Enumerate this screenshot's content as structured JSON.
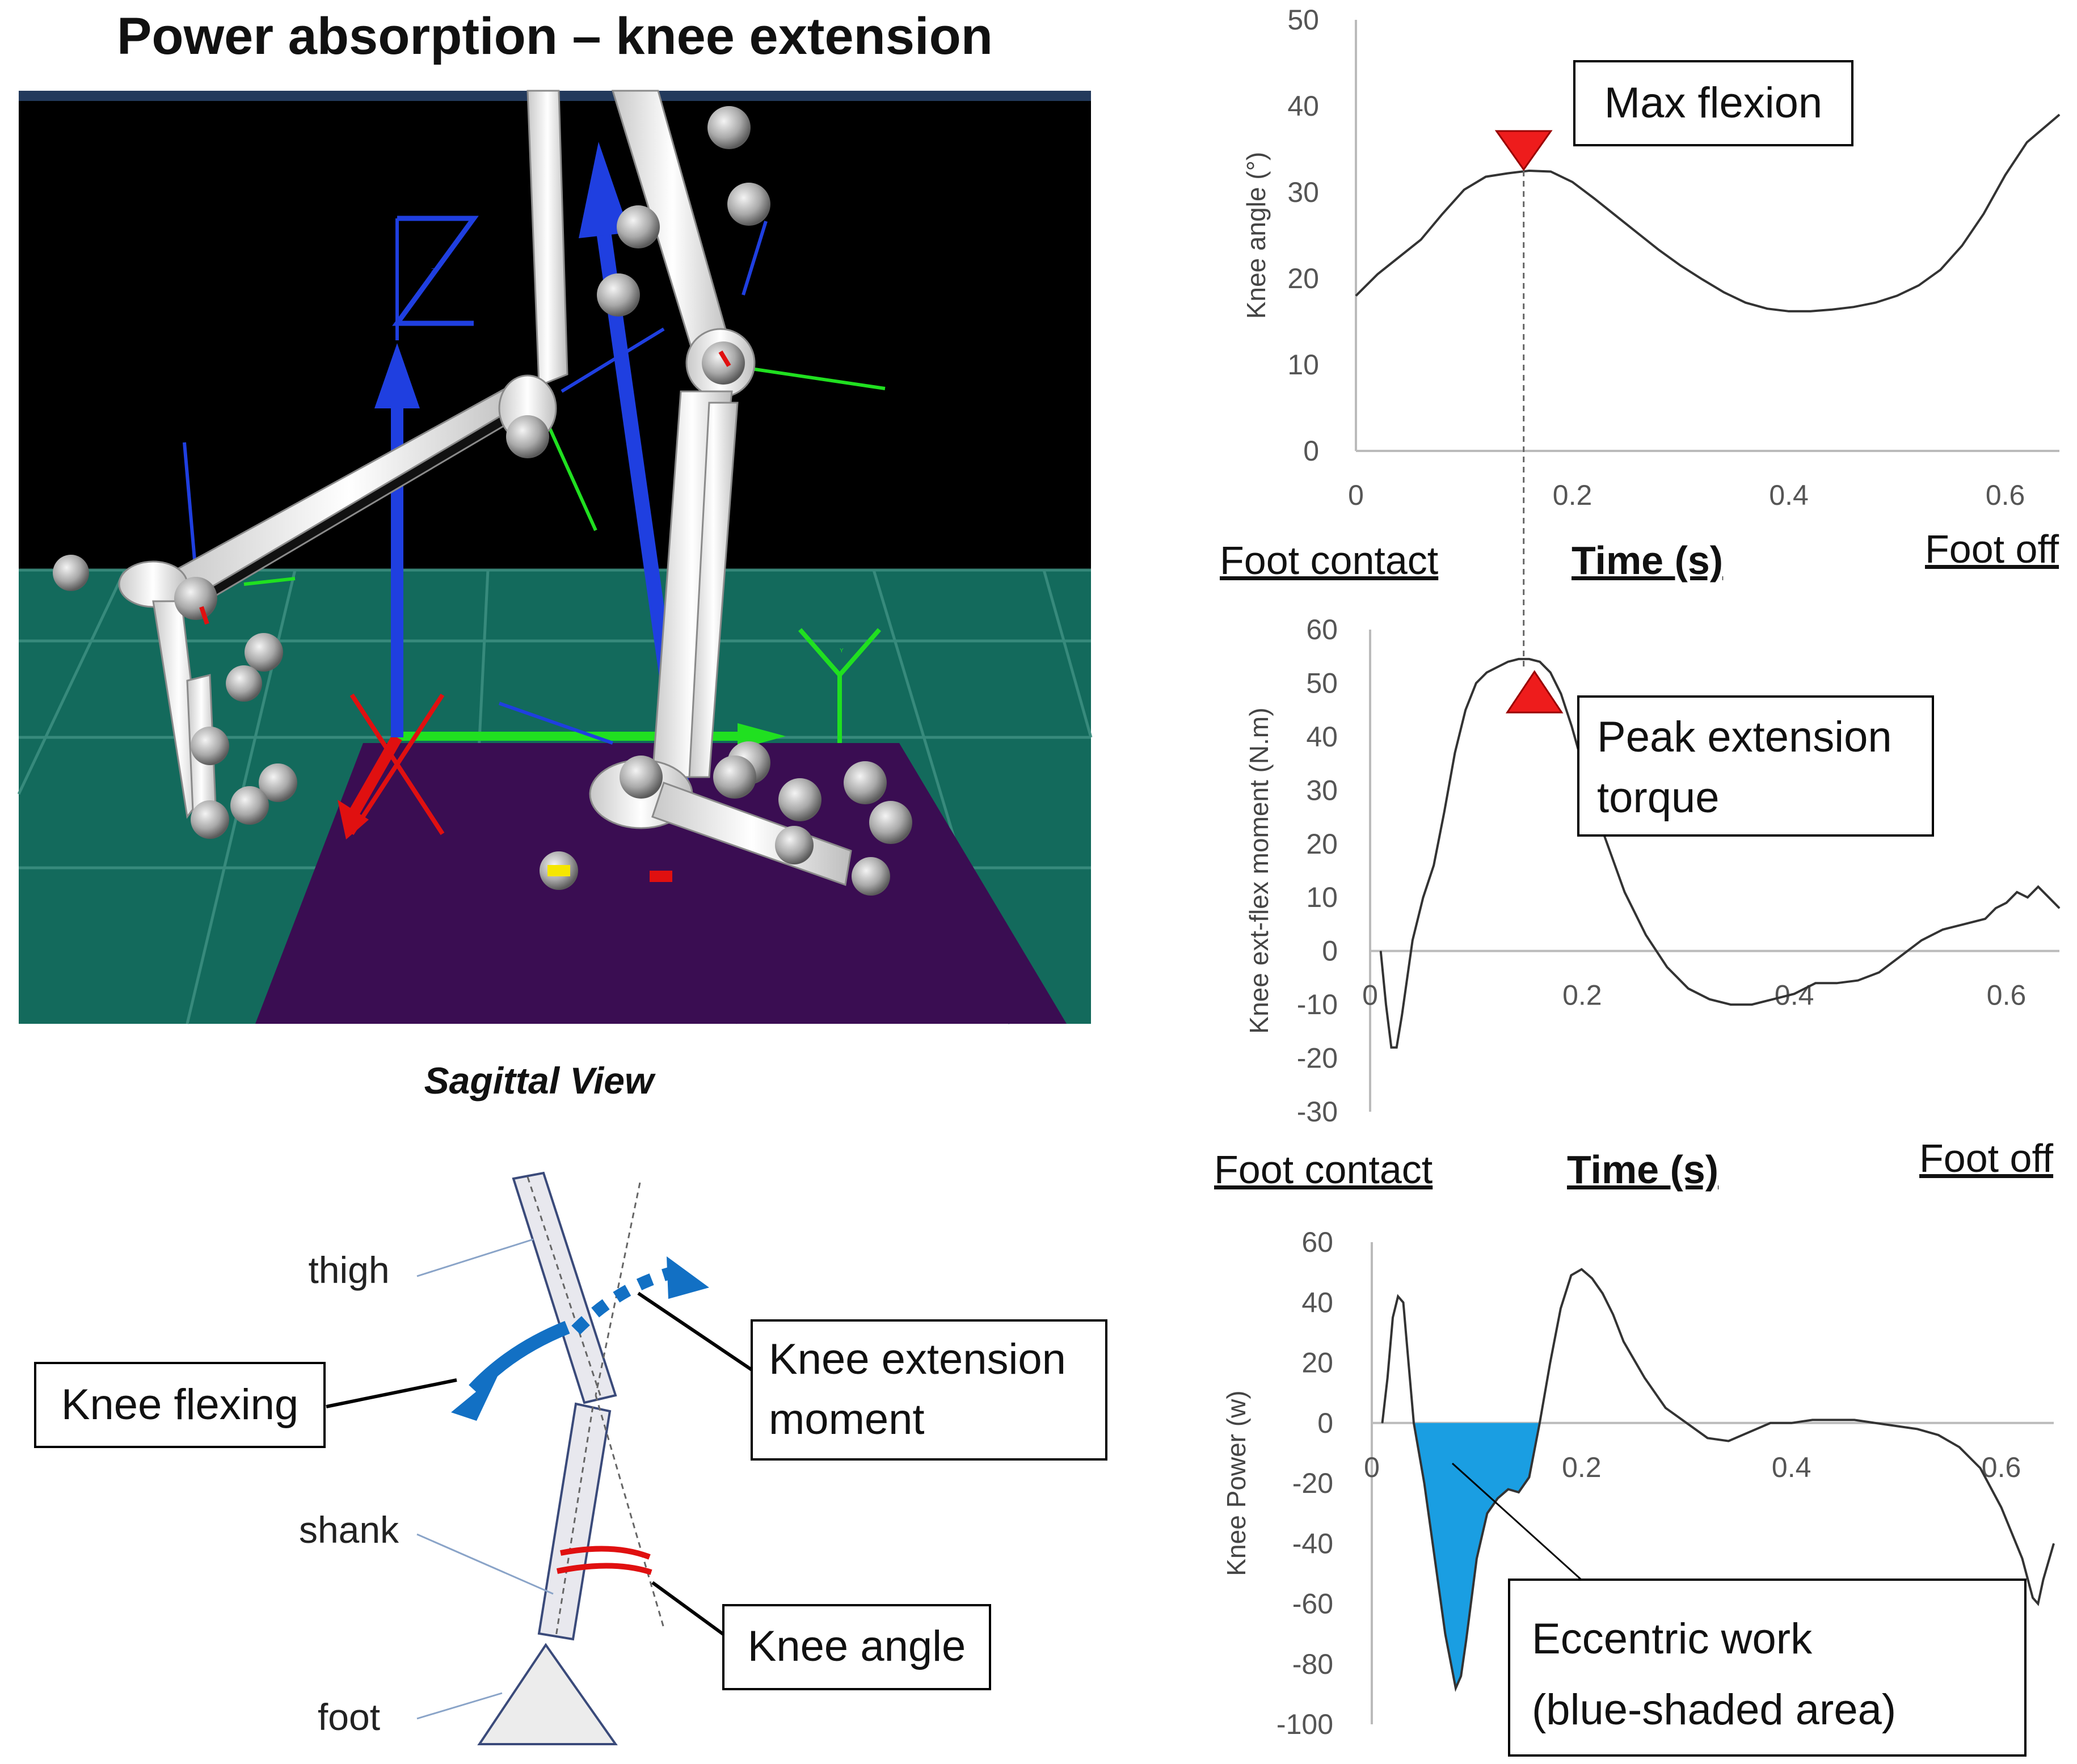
{
  "title": "Power absorption – knee extension",
  "caption": "Sagittal View",
  "render": {
    "labels": [
      "Z",
      "Y"
    ],
    "icons": [
      "skeleton-legs",
      "marker-spheres",
      "force-vector-arrows",
      "force-plate"
    ],
    "colors": {
      "background": "#000000",
      "floor": "#136a5c",
      "plate": "#3a0d52",
      "vector": "#1f3fe0",
      "x_axis": "#e01010",
      "y_axis": "#20e020"
    }
  },
  "diagram": {
    "labels": {
      "thigh": "thigh",
      "shank": "shank",
      "foot": "foot",
      "knee_flexing": "Knee flexing",
      "knee_extension_moment": [
        "Knee extension",
        "moment"
      ],
      "knee_angle": "Knee angle"
    },
    "colors": {
      "arrow": "#1270c4",
      "angle": "#e01010",
      "segment_fill": "#e8e8ee",
      "segment_stroke": "#3a4a7a"
    }
  },
  "chart_data": [
    {
      "type": "line",
      "ylabel": "Knee angle (°)",
      "xlabel": "Time (s)",
      "x_start_label": "Foot contact",
      "x_end_label": "Foot off",
      "xlim": [
        0,
        0.65
      ],
      "ylim": [
        0,
        50
      ],
      "xticks": [
        "0",
        "0.2",
        "0.4",
        "0.6"
      ],
      "yticks": [
        "0",
        "10",
        "20",
        "30",
        "40",
        "50"
      ],
      "grid": false,
      "annotation": {
        "text": "Max flexion",
        "x": 0.155,
        "y": 32.5,
        "marker": "down-triangle",
        "color": "#ee1c1c"
      },
      "series": [
        {
          "x": [
            0,
            0.02,
            0.04,
            0.06,
            0.08,
            0.1,
            0.12,
            0.14,
            0.16,
            0.18,
            0.2,
            0.22,
            0.24,
            0.26,
            0.28,
            0.3,
            0.32,
            0.34,
            0.36,
            0.38,
            0.4,
            0.42,
            0.44,
            0.46,
            0.48,
            0.5,
            0.52,
            0.54,
            0.56,
            0.58,
            0.6,
            0.62,
            0.65
          ],
          "y": [
            18,
            20.5,
            22.5,
            24.5,
            27.5,
            30.3,
            31.8,
            32.2,
            32.5,
            32.4,
            31.2,
            29.3,
            27.3,
            25.3,
            23.3,
            21.5,
            19.9,
            18.4,
            17.2,
            16.5,
            16.2,
            16.2,
            16.4,
            16.7,
            17.2,
            18.0,
            19.2,
            21.0,
            23.8,
            27.5,
            32.0,
            35.8,
            39.0
          ]
        }
      ]
    },
    {
      "type": "line",
      "ylabel": "Knee ext-flex moment (N.m)",
      "xlabel": "Time (s)",
      "x_start_label": "Foot contact",
      "x_end_label": "Foot off",
      "xlim": [
        0,
        0.65
      ],
      "ylim": [
        -30,
        60
      ],
      "xticks": [
        "0",
        "0.2",
        "0.4",
        "0.6"
      ],
      "yticks": [
        "-30",
        "-20",
        "-10",
        "0",
        "10",
        "20",
        "30",
        "40",
        "50",
        "60"
      ],
      "grid": false,
      "annotation": {
        "text": [
          "Peak extension",
          "torque"
        ],
        "x": 0.155,
        "y": 53,
        "marker": "up-triangle",
        "color": "#ee1c1c"
      },
      "series": [
        {
          "x": [
            0.01,
            0.015,
            0.02,
            0.025,
            0.03,
            0.04,
            0.05,
            0.06,
            0.07,
            0.08,
            0.09,
            0.1,
            0.11,
            0.12,
            0.13,
            0.14,
            0.15,
            0.16,
            0.17,
            0.18,
            0.19,
            0.2,
            0.22,
            0.24,
            0.26,
            0.28,
            0.3,
            0.32,
            0.34,
            0.36,
            0.38,
            0.4,
            0.42,
            0.44,
            0.46,
            0.48,
            0.5,
            0.52,
            0.54,
            0.56,
            0.58,
            0.59,
            0.6,
            0.61,
            0.62,
            0.63,
            0.64,
            0.65
          ],
          "y": [
            0,
            -10,
            -18,
            -18,
            -12,
            2,
            10,
            16,
            26,
            37,
            45,
            50,
            52,
            53,
            54,
            54.5,
            54.5,
            54,
            52,
            48,
            42,
            35,
            22,
            11,
            3,
            -3,
            -7,
            -9,
            -10,
            -10,
            -9,
            -8,
            -6,
            -6,
            -5.5,
            -4,
            -1,
            2,
            4,
            5,
            6,
            8,
            9,
            11,
            10,
            12,
            10,
            8
          ]
        }
      ]
    },
    {
      "type": "area",
      "ylabel": "Knee Power (w)",
      "xlabel": "",
      "xlim": [
        0,
        0.65
      ],
      "ylim": [
        -100,
        60
      ],
      "xticks": [
        "0",
        "0.2",
        "0.4",
        "0.6"
      ],
      "yticks": [
        "-100",
        "-80",
        "-60",
        "-40",
        "-20",
        "0",
        "20",
        "40",
        "60"
      ],
      "grid": false,
      "annotation": {
        "text": [
          "Eccentric work",
          "(blue-shaded area)"
        ],
        "shaded_range": [
          0.04,
          0.16
        ],
        "fill": "#1a9ee2"
      },
      "series": [
        {
          "x": [
            0.01,
            0.015,
            0.02,
            0.025,
            0.03,
            0.035,
            0.04,
            0.05,
            0.06,
            0.07,
            0.08,
            0.085,
            0.09,
            0.1,
            0.11,
            0.12,
            0.13,
            0.14,
            0.15,
            0.16,
            0.17,
            0.18,
            0.19,
            0.2,
            0.21,
            0.22,
            0.23,
            0.24,
            0.26,
            0.28,
            0.3,
            0.32,
            0.34,
            0.36,
            0.38,
            0.4,
            0.42,
            0.44,
            0.46,
            0.48,
            0.5,
            0.52,
            0.54,
            0.56,
            0.58,
            0.6,
            0.62,
            0.63,
            0.635,
            0.64,
            0.65
          ],
          "y": [
            0,
            15,
            35,
            42,
            40,
            20,
            0,
            -20,
            -45,
            -70,
            -88,
            -84,
            -72,
            -45,
            -30,
            -25,
            -22,
            -23,
            -18,
            0,
            20,
            38,
            49,
            51,
            48,
            43,
            36,
            27,
            15,
            5,
            0,
            -5,
            -6,
            -3,
            0,
            0,
            1,
            1,
            1,
            0,
            -1,
            -2,
            -4,
            -8,
            -15,
            -28,
            -45,
            -58,
            -60,
            -52,
            -40
          ]
        }
      ]
    }
  ]
}
